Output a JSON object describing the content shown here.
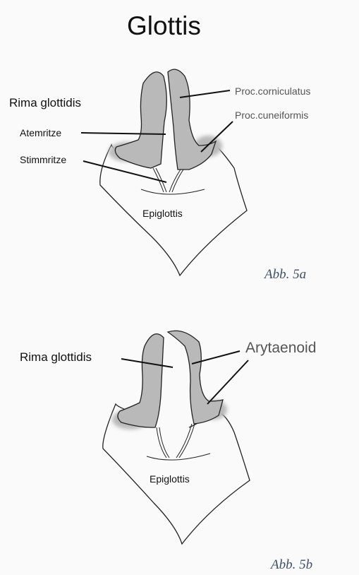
{
  "title": "Glottis",
  "figure_a": {
    "labels": {
      "rima_glottidis": "Rima glottidis",
      "atemritze": "Atemritze",
      "stimmritze": "Stimmritze",
      "proc_corniculatus": "Proc.corniculatus",
      "proc_cuneiformis": "Proc.cuneiformis",
      "epiglottis": "Epiglottis"
    },
    "caption": "Abb. 5a"
  },
  "figure_b": {
    "labels": {
      "rima_glottidis": "Rima glottidis",
      "arytaenoid": "Arytaenoid",
      "epiglottis": "Epiglottis"
    },
    "caption": "Abb. 5b"
  },
  "colors": {
    "outline": "#222222",
    "cartilage_fill": "#b9b9b9",
    "caption": "#3d4f6b",
    "background": "#fafafa"
  }
}
